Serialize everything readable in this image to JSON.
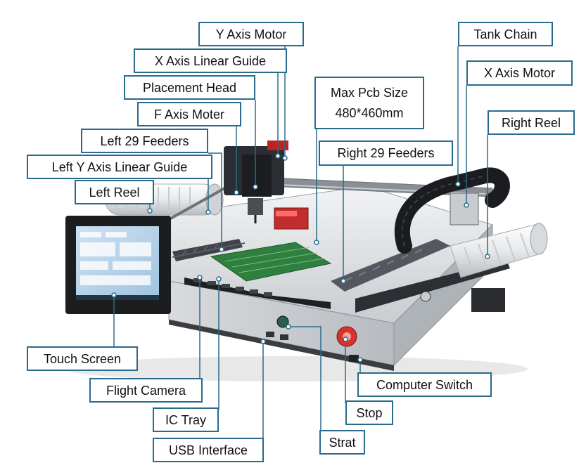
{
  "labels": {
    "y_axis_motor": "Y Axis Motor",
    "x_axis_linear_guide": "X Axis Linear Guide",
    "placement_head": "Placement Head",
    "f_axis_moter": "F Axis Moter",
    "left_29_feeders": "Left 29 Feeders",
    "left_y_axis_linear_guide": "Left Y Axis Linear Guide",
    "left_reel": "Left Reel",
    "max_pcb_size_line1": "Max Pcb Size",
    "max_pcb_size_line2": "480*460mm",
    "right_29_feeders": "Right 29 Feeders",
    "tank_chain": "Tank Chain",
    "x_axis_motor": "X Axis Motor",
    "right_reel": "Right Reel",
    "touch_screen": "Touch Screen",
    "flight_camera": "Flight Camera",
    "ic_tray": "IC Tray",
    "usb_interface": "USB Interface",
    "strat": "Strat",
    "stop": "Stop",
    "computer_switch": "Computer Switch"
  },
  "colors": {
    "label_border": "#2a6b8c",
    "leader_line": "#2a6b8c",
    "machine_body": "#e4e6e8",
    "emergency_stop": "#d6332a"
  }
}
